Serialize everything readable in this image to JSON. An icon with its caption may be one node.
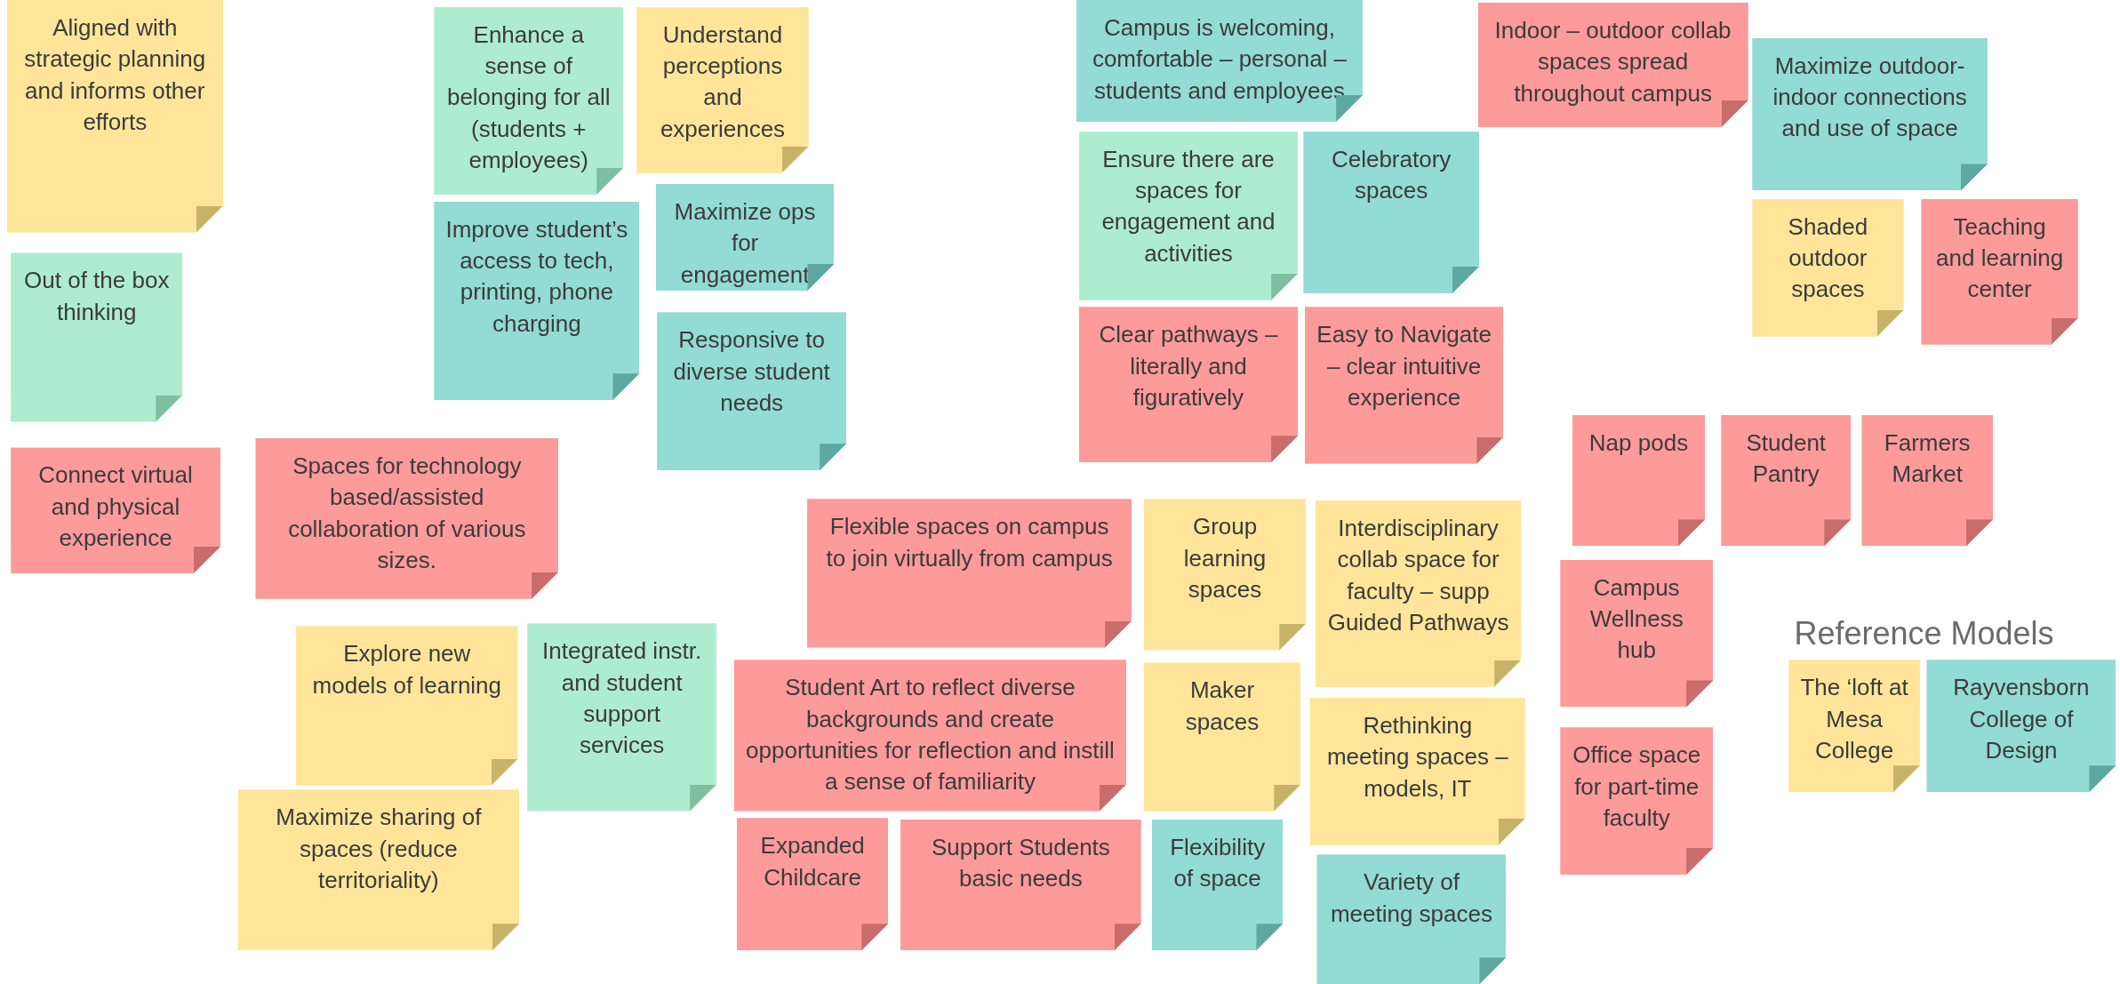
{
  "diagram": {
    "nodes": [
      {
        "text": [
          "Aligned with strategic planning and informs other efforts"
        ]
      },
      {
        "text": [
          "Out of the box thinking"
        ]
      },
      {
        "text": [
          "Connect virtual and physical experience"
        ]
      },
      {
        "text": [
          "Enhance a sense of belonging for all (students + employees)"
        ]
      },
      {
        "text": [
          "Understand perceptions and experiences"
        ]
      },
      {
        "text": [
          "Improve student’s access to tech, printing, phone charging"
        ]
      },
      {
        "text": [
          "Maximize ops for engagement"
        ]
      },
      {
        "text": [
          "Responsive to diverse student needs"
        ]
      },
      {
        "text": [
          "Spaces for technology based/assisted collaboration of various sizes."
        ]
      },
      {
        "text": [
          "Explore new models of learning"
        ]
      },
      {
        "text": [
          "Integrated instr. and student support services"
        ]
      },
      {
        "text": [
          "Maximize sharing of spaces (reduce territoriality)"
        ]
      },
      {
        "text": [
          "Campus is welcoming, comfortable – personal – students and employees"
        ]
      },
      {
        "text": [
          "Indoor – outdoor collab spaces spread throughout campus"
        ]
      },
      {
        "text": [
          "Maximize outdoor-indoor connections and use of space"
        ]
      },
      {
        "text": [
          "Ensure there are spaces for engagement and activities"
        ]
      },
      {
        "text": [
          "Celebratory spaces"
        ]
      },
      {
        "text": [
          "Shaded outdoor spaces"
        ]
      },
      {
        "text": [
          "Teaching and learning center"
        ]
      },
      {
        "text": [
          "Clear pathways – literally and figuratively"
        ]
      },
      {
        "text": [
          "Easy to Navigate – clear intuitive experience"
        ]
      },
      {
        "text": [
          "Nap pods"
        ]
      },
      {
        "text": [
          "Student Pantry"
        ]
      },
      {
        "text": [
          "Farmers Market"
        ]
      },
      {
        "text": [
          "Flexible spaces on campus to join virtually from campus"
        ]
      },
      {
        "text": [
          "Group learning spaces"
        ]
      },
      {
        "text": [
          "Interdisciplinary collab space for faculty – supp Guided Pathways"
        ]
      },
      {
        "text": [
          "Campus Wellness hub"
        ]
      },
      {
        "text": [
          "Student Art to reflect diverse backgrounds and create opportunities for reflection and instill a sense of familiarity"
        ]
      },
      {
        "text": [
          "Maker spaces"
        ]
      },
      {
        "text": [
          "Rethinking meeting spaces – models, IT"
        ]
      },
      {
        "text": [
          "Office space for part-time faculty"
        ]
      },
      {
        "text": [
          "The ‘loft at Mesa College"
        ]
      },
      {
        "text": [
          "Rayvensborn College of Design"
        ]
      },
      {
        "text": [
          "Expanded Childcare"
        ]
      },
      {
        "text": [
          "Support Students basic needs"
        ]
      },
      {
        "text": [
          "Flexibility of space"
        ]
      },
      {
        "text": [
          "Variety of meeting spaces"
        ]
      }
    ],
    "labels": [
      "Reference Models"
    ]
  }
}
